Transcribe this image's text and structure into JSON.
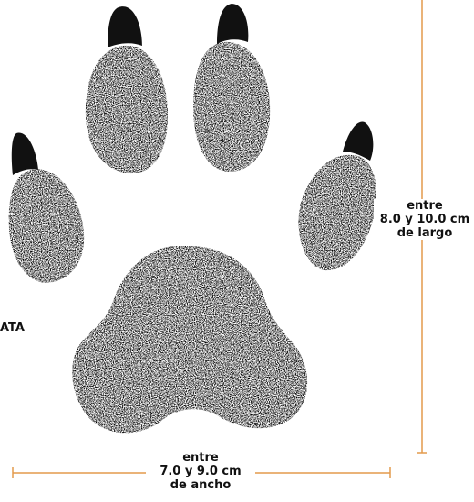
{
  "colors": {
    "ink": "#111111",
    "measure_line": "#e39a4c",
    "background": "#ffffff"
  },
  "labels": {
    "length": {
      "line1": "entre",
      "line2": "8.0 y 10.0 cm",
      "line3": "de largo"
    },
    "width": {
      "line1": "entre",
      "line2": "7.0 y 9.0 cm",
      "line3": "de ancho"
    },
    "side_fragment": "ATA"
  }
}
